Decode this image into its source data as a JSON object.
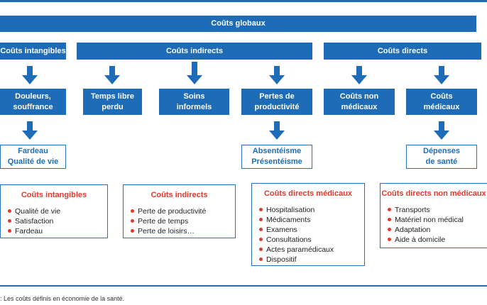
{
  "header": {
    "title": "Coûts globaux"
  },
  "categories": {
    "intangibles": "Coûts intangibles",
    "indirects": "Coûts indirects",
    "directs": "Coûts directs"
  },
  "subcategories": {
    "douleur": "Douleurs,\nsouffrance",
    "temps_libre": "Temps libre\nperdu",
    "soins": "Soins\ninformels",
    "pertes": "Pertes de\nproductivité",
    "non_medicaux": "Coûts non\nmédicaux",
    "medicaux": "Coûts\nmédicaux"
  },
  "outcomes": {
    "fardeau": "Fardeau\nQualité de vie",
    "absenteisme": "Absentéisme\nPrésentéisme",
    "depenses": "Dépenses\nde santé"
  },
  "panels": [
    {
      "title": "Coûts intangibles",
      "items": [
        "Qualité de vie",
        "Satisfaction",
        "Fardeau"
      ]
    },
    {
      "title": "Coûts indirects",
      "items": [
        "Perte de productivité",
        "Perte de temps",
        "Perte de loisirs…"
      ]
    },
    {
      "title": "Coûts directs médicaux",
      "items": [
        "Hospitalisation",
        "Médicaments",
        "Examens",
        "Consultations",
        "Actes paramédicaux",
        "Dispositif"
      ]
    },
    {
      "title": "Coûts directs non médicaux",
      "items": [
        "Transports",
        "Matériel non médical",
        "Adaptation",
        "Aide à domicile"
      ]
    }
  ],
  "caption": ": Les coûts définis en économie de la santé."
}
